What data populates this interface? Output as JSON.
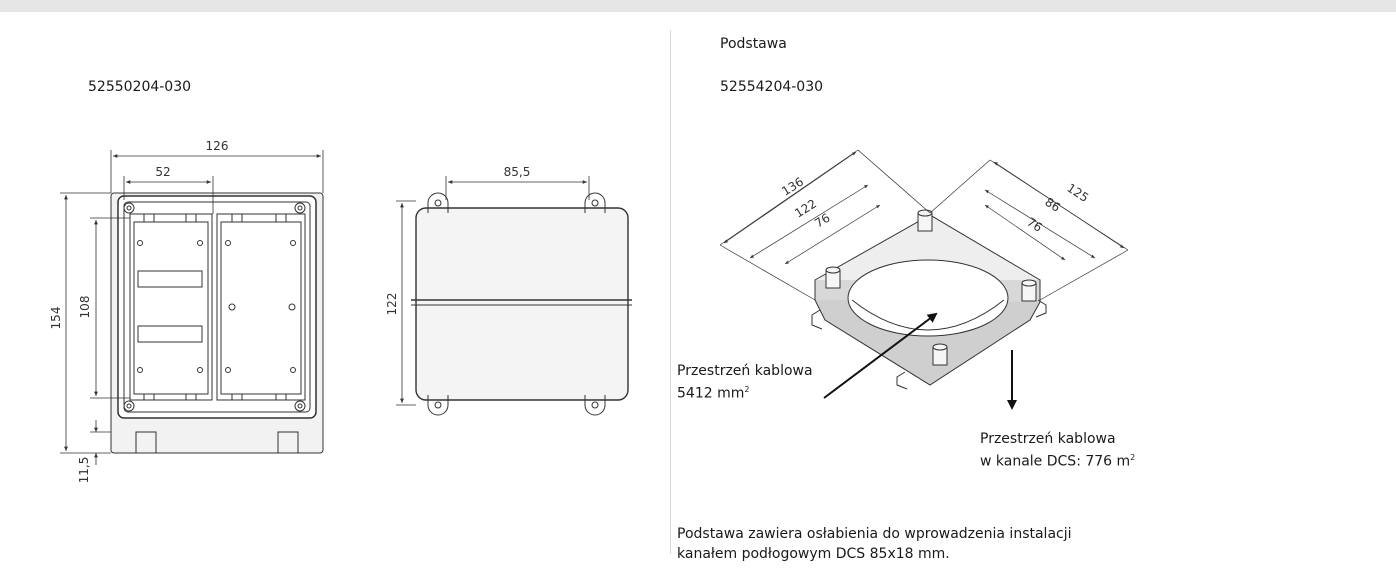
{
  "left": {
    "part_number": "52550204-030",
    "front_view": {
      "dim_width": "126",
      "dim_half_width": "52",
      "dim_height": "154",
      "dim_inner_height": "108",
      "dim_foot": "11,5"
    },
    "side_view": {
      "dim_width": "85,5",
      "dim_height": "122"
    }
  },
  "right": {
    "title": "Podstawa",
    "part_number": "52554204-030",
    "iso_view": {
      "dim_136": "136",
      "dim_122": "122",
      "dim_76_left": "76",
      "dim_125": "125",
      "dim_86": "86",
      "dim_76_right": "76"
    },
    "cable_space_label": "Przestrzeń kablowa",
    "cable_space_value": "5412 mm",
    "cable_space_sup": "2",
    "cable_duct_label": "Przestrzeń kablowa",
    "cable_duct_value": "w kanale DCS: 776 m",
    "cable_duct_sup": "2",
    "description_line1": "Podstawa zawiera osłabienia do wprowadzenia instalacji",
    "description_line2": "kanałem podłogowym DCS 85x18 mm."
  }
}
